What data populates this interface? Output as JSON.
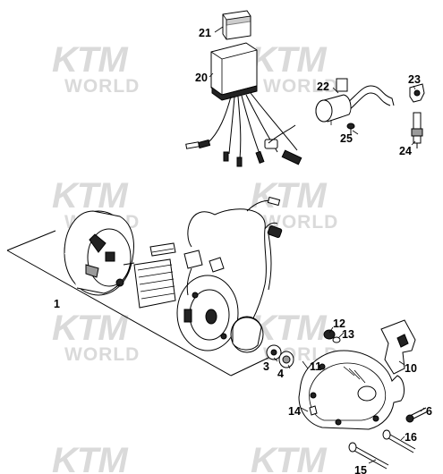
{
  "watermark": {
    "brand": "KTM",
    "sub": "WORLD"
  },
  "callouts": {
    "c1": "1",
    "c3": "3",
    "c4": "4",
    "c6": "6",
    "c10": "10",
    "c11": "11",
    "c12": "12",
    "c13": "13",
    "c14": "14",
    "c15": "15",
    "c16": "16",
    "c20": "20",
    "c21": "21",
    "c22": "22",
    "c23": "23",
    "c24": "24",
    "c25": "25"
  }
}
